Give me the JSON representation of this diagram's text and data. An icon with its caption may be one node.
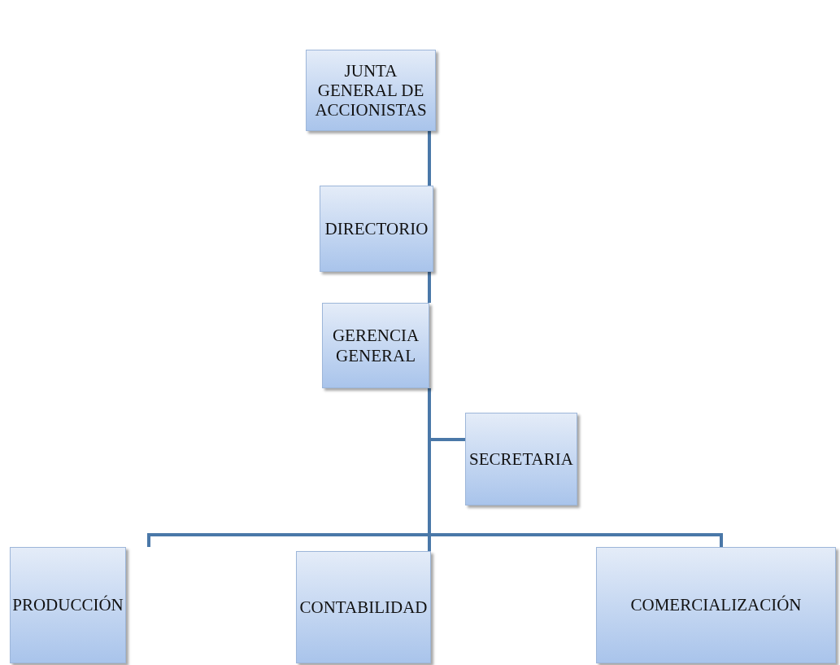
{
  "diagram": {
    "nodes": [
      {
        "text": [
          "JUNTA GENERAL  DE ACCIONISTAS"
        ]
      },
      {
        "text": [
          "DIRECTORIO"
        ]
      },
      {
        "text": [
          "GERENCIA GENERAL"
        ]
      },
      {
        "text": [
          "SECRETARIA"
        ]
      },
      {
        "text": [
          "PRODUCCIÓN"
        ]
      },
      {
        "text": [
          "CONTABILIDAD"
        ]
      },
      {
        "text": [
          "COMERCIALIZACIÓN"
        ]
      }
    ],
    "edges": [
      {
        "from": 0,
        "to": 1,
        "arrow": "none"
      },
      {
        "from": 1,
        "to": 2,
        "arrow": "none"
      },
      {
        "from": 2,
        "to": 3,
        "arrow": "none"
      },
      {
        "from": 2,
        "to": 4,
        "arrow": "none"
      },
      {
        "from": 2,
        "to": 5,
        "arrow": "none"
      },
      {
        "from": 2,
        "to": 6,
        "arrow": "none"
      }
    ]
  }
}
